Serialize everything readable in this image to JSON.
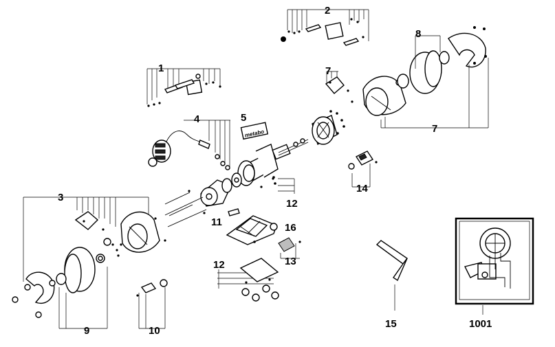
{
  "labels": {
    "l1": "1",
    "l2": "2",
    "l3": "3",
    "l4": "4",
    "l5": "5",
    "l7a": "7",
    "l7b": "7",
    "l8": "8",
    "l9": "9",
    "l10": "10",
    "l11": "11",
    "l12a": "12",
    "l12b": "12",
    "l13": "13",
    "l14": "14",
    "l15": "15",
    "l16": "16",
    "l1001": "1001"
  },
  "nameplate": "metabo"
}
